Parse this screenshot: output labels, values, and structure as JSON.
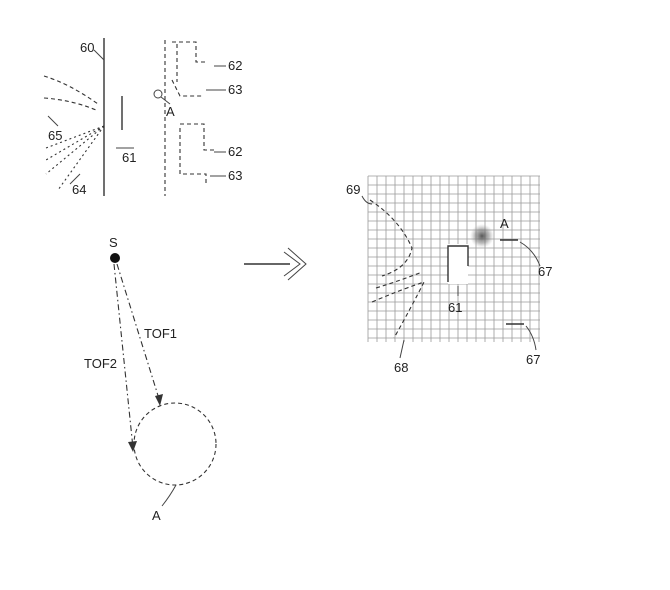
{
  "diagram": {
    "top_panel": {
      "labels": {
        "l60": "60",
        "l62a": "62",
        "l63a": "63",
        "lA": "A",
        "l65": "65",
        "l61": "61",
        "l62b": "62",
        "l63b": "63",
        "l64": "64"
      }
    },
    "tof_panel": {
      "labels": {
        "source": "S",
        "tof1": "TOF1",
        "tof2": "TOF2",
        "target": "A"
      }
    },
    "grid_panel": {
      "labels": {
        "l69": "69",
        "lA": "A",
        "l67a": "67",
        "l61": "61",
        "l68": "68",
        "l67b": "67"
      }
    }
  }
}
